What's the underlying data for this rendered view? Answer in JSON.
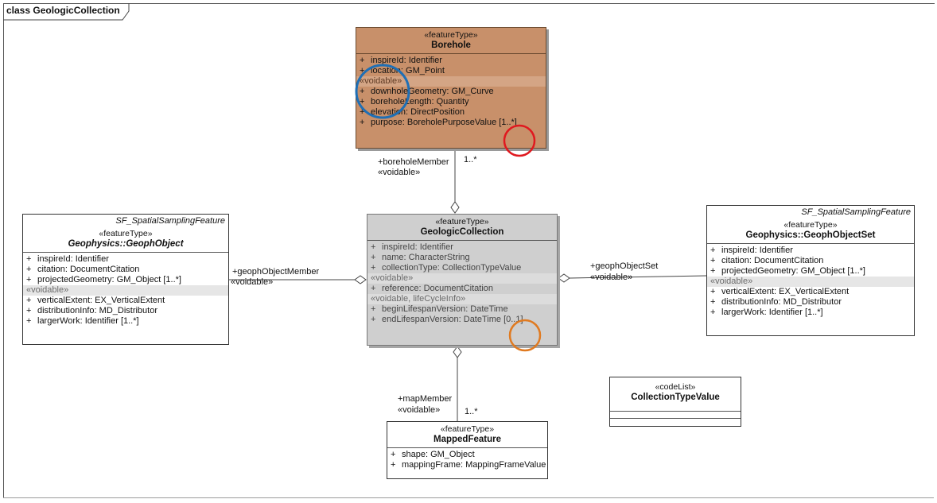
{
  "frame": {
    "title": "class GeologicCollection"
  },
  "classes": {
    "borehole": {
      "stereotype": "«featureType»",
      "name": "Borehole",
      "attrs": [
        {
          "vis": "+",
          "text": "inspireId:  Identifier"
        },
        {
          "vis": "+",
          "text": "location:  GM_Point"
        }
      ],
      "group1": "«voidable»",
      "attrs2": [
        {
          "vis": "+",
          "text": "downholeGeometry:  GM_Curve"
        },
        {
          "vis": "+",
          "text": "boreholeLength:  Quantity"
        },
        {
          "vis": "+",
          "text": "elevation:  DirectPosition"
        },
        {
          "vis": "+",
          "text": "purpose:  BoreholePurposeValue [1..*]"
        }
      ]
    },
    "geologic_collection": {
      "stereotype": "«featureType»",
      "name": "GeologicCollection",
      "attrs": [
        {
          "vis": "+",
          "text": "inspireId:  Identifier"
        },
        {
          "vis": "+",
          "text": "name:  CharacterString"
        },
        {
          "vis": "+",
          "text": "collectionType:  CollectionTypeValue"
        }
      ],
      "group1": "«voidable»",
      "attrs2": [
        {
          "vis": "+",
          "text": "reference:  DocumentCitation"
        }
      ],
      "group2": "«voidable, lifeCycleInfo»",
      "attrs3": [
        {
          "vis": "+",
          "text": "beginLifespanVersion:  DateTime"
        },
        {
          "vis": "+",
          "text": "endLifespanVersion:  DateTime [0..1]"
        }
      ]
    },
    "geoph_object": {
      "tag": "SF_SpatialSamplingFeature",
      "stereotype": "«featureType»",
      "name": "Geophysics::GeophObject",
      "attrs": [
        {
          "vis": "+",
          "text": "inspireId:  Identifier"
        },
        {
          "vis": "+",
          "text": "citation:  DocumentCitation"
        },
        {
          "vis": "+",
          "text": "projectedGeometry:  GM_Object [1..*]"
        }
      ],
      "group1": "«voidable»",
      "attrs2": [
        {
          "vis": "+",
          "text": "verticalExtent:  EX_VerticalExtent"
        },
        {
          "vis": "+",
          "text": "distributionInfo:  MD_Distributor"
        },
        {
          "vis": "+",
          "text": "largerWork:  Identifier [1..*]"
        }
      ]
    },
    "geoph_object_set": {
      "tag": "SF_SpatialSamplingFeature",
      "stereotype": "«featureType»",
      "name": "Geophysics::GeophObjectSet",
      "attrs": [
        {
          "vis": "+",
          "text": "inspireId:  Identifier"
        },
        {
          "vis": "+",
          "text": "citation:  DocumentCitation"
        },
        {
          "vis": "+",
          "text": "projectedGeometry:  GM_Object [1..*]"
        }
      ],
      "group1": "«voidable»",
      "attrs2": [
        {
          "vis": "+",
          "text": "verticalExtent:  EX_VerticalExtent"
        },
        {
          "vis": "+",
          "text": "distributionInfo:  MD_Distributor"
        },
        {
          "vis": "+",
          "text": "largerWork:  Identifier [1..*]"
        }
      ]
    },
    "collection_type_value": {
      "stereotype": "«codeList»",
      "name": "CollectionTypeValue"
    },
    "mapped_feature": {
      "stereotype": "«featureType»",
      "name": "MappedFeature",
      "attrs": [
        {
          "vis": "+",
          "text": "shape:  GM_Object"
        },
        {
          "vis": "+",
          "text": "mappingFrame:  MappingFrameValue"
        }
      ]
    }
  },
  "associations": {
    "borehole_member": {
      "role": "+boreholeMember",
      "stereotype": "«voidable»",
      "multiplicity": "1..*"
    },
    "geoph_object_member": {
      "role": "+geophObjectMember",
      "stereotype": "«voidable»"
    },
    "geoph_object_set": {
      "role": "+geophObjectSet",
      "stereotype": "«voidable»"
    },
    "map_member": {
      "role": "+mapMember",
      "stereotype": "«voidable»",
      "multiplicity": "1..*"
    }
  },
  "highlights": {
    "blue": "#1f6fb5",
    "red": "#e0191f",
    "orange": "#e07a20"
  },
  "colors": {
    "borehole_fill": "#c8906a",
    "geologic_collection_fill": "#cfcfcf"
  }
}
